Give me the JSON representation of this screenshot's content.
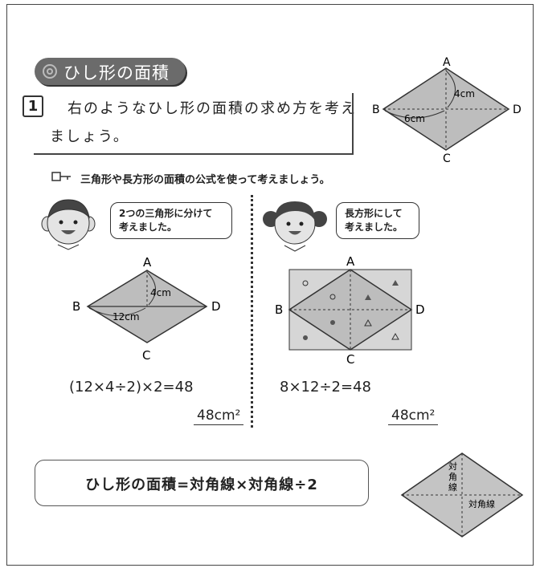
{
  "section": {
    "title": "ひし形の面積"
  },
  "question": {
    "number": "1",
    "line1": "右のようなひし形の面積の求め方を考え",
    "line2": "ましょう。"
  },
  "top_figure": {
    "A": "A",
    "B": "B",
    "C": "C",
    "D": "D",
    "vertical": "4cm",
    "horizontal": "6cm"
  },
  "hint": {
    "text": "三角形や長方形の面積の公式を使って考えましょう。"
  },
  "left": {
    "bubble_line1": "2つの三角形に分けて",
    "bubble_line2": "考えました。",
    "figure": {
      "A": "A",
      "B": "B",
      "C": "C",
      "D": "D",
      "vertical": "4cm",
      "horizontal": "12cm"
    },
    "formula": "(12×4÷2)×2=48",
    "answer": "48cm²"
  },
  "right": {
    "bubble_line1": "長方形にして",
    "bubble_line2": "考えました。",
    "figure": {
      "A": "A",
      "B": "B",
      "C": "C",
      "D": "D"
    },
    "formula": "8×12÷2=48",
    "answer": "48cm²"
  },
  "summary": {
    "text": "ひし形の面積=対角線×対角線÷2"
  },
  "bottom_figure": {
    "diag_vertical": "対角線",
    "diag_horizontal": "対角線"
  }
}
